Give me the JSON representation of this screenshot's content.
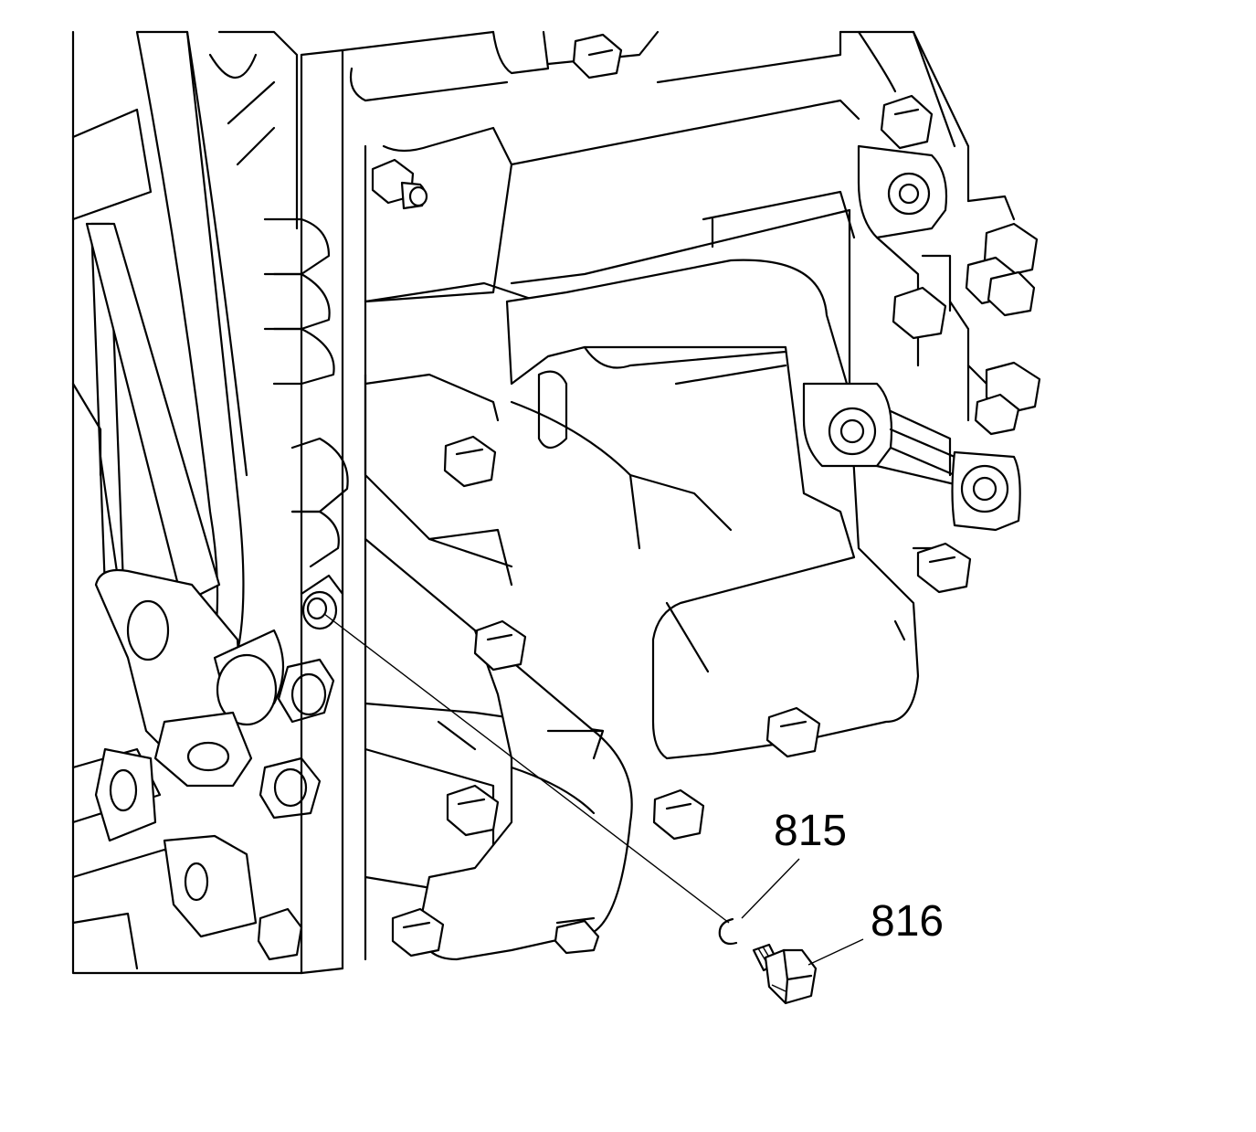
{
  "diagram": {
    "callouts": [
      {
        "id": "815",
        "label": "815",
        "part": "o-ring-seal"
      },
      {
        "id": "816",
        "label": "816",
        "part": "plug-bolt"
      }
    ],
    "line_color": "#000000",
    "background_color": "#ffffff"
  }
}
